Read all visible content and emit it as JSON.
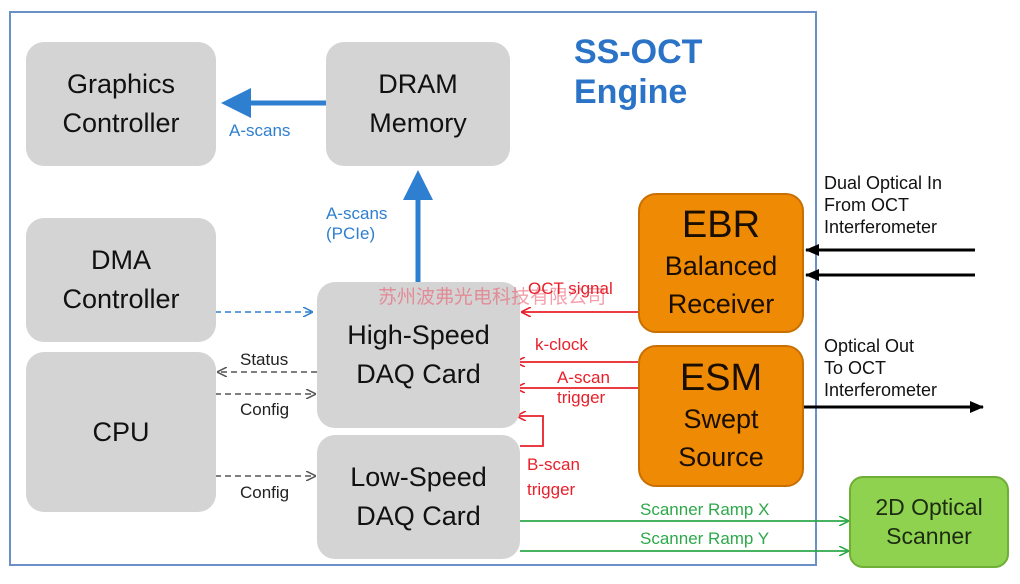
{
  "engine_title": [
    "SS-OCT",
    "Engine"
  ],
  "watermark": "苏州波弗光电科技有限公司",
  "boxes": {
    "graphics_controller": [
      "Graphics",
      "Controller"
    ],
    "dram_memory": [
      "DRAM",
      "Memory"
    ],
    "dma_controller": [
      "DMA",
      "Controller"
    ],
    "cpu": [
      "CPU"
    ],
    "high_speed_daq": [
      "High-Speed",
      "DAQ Card"
    ],
    "low_speed_daq": [
      "Low-Speed",
      "DAQ Card"
    ],
    "ebr": [
      "EBR",
      "Balanced",
      "Receiver"
    ],
    "esm": [
      "ESM",
      "Swept",
      "Source"
    ],
    "optical_scanner": [
      "2D Optical",
      "Scanner"
    ]
  },
  "labels": {
    "ascans_graphics": "A-scans",
    "ascans_pcie": [
      "A-scans",
      "(PCIe)"
    ],
    "oct_signal": "OCT signal",
    "k_clock": "k-clock",
    "a_scan_trigger": [
      "A-scan",
      "trigger"
    ],
    "b_scan_trigger": [
      "B-scan",
      "trigger"
    ],
    "status": "Status",
    "config_hs": "Config",
    "config_ls": "Config",
    "scanner_ramp_x": "Scanner Ramp X",
    "scanner_ramp_y": "Scanner Ramp Y",
    "dual_optical_in": [
      "Dual Optical In",
      "From OCT",
      "Interferometer"
    ],
    "optical_out": [
      "Optical Out",
      "To OCT",
      "Interferometer"
    ]
  },
  "colors": {
    "engine_title": "#2a73c7",
    "data_path": "#2f7fd0",
    "trigger_signals": "#e8202a",
    "scanner_signals": "#2ea84a",
    "box_gray": "#d4d4d4",
    "box_orange": "#ee8a04",
    "box_green": "#8fd24f"
  }
}
